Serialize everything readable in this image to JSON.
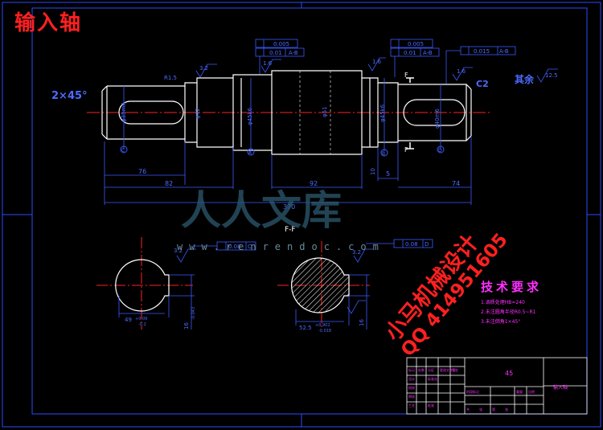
{
  "drawing": {
    "title": "输入轴",
    "material": "45",
    "part_name": "输入轴",
    "tech_title": "技术要求",
    "tech_lines": [
      "1.调质处理HB=240",
      "2.未注圆角半径R0.5~R1",
      "3.未注倒角1×45°"
    ],
    "watermark_text": "人人文库",
    "watermark_url": "www.renrendoc.com",
    "promo_line1": "小马机械设计",
    "promo_line2": "QQ 414951605",
    "colors": {
      "outline": "#ffffff",
      "dimension": "#3a5bff",
      "center": "#ff2020",
      "note": "#ff30ff",
      "frame": "#2a4cff",
      "dim_text": "#4d6bff"
    }
  },
  "labels": {
    "chamfer": "2×45°",
    "chamfer_c2": "C2",
    "qiyu": "其余",
    "qiyu_ra": "12.5",
    "ra_32a": "3.2",
    "ra_16a": "1.6",
    "ra_16b": "1.6",
    "ra_16c": "1.6",
    "ra_32b": "3.2",
    "ra_32c": "3.2",
    "r15": "R1.5",
    "tol_0005_a": "0.005",
    "tol_001_a": "0.01",
    "tol_ab_a": "A-B",
    "tol_0005_b": "0.005",
    "tol_001_b": "0.01",
    "tol_ab_b": "A-B",
    "tol_0015": "0.015",
    "tol_ab_c": "A-B",
    "tol_008_a": "0.08",
    "tol_c_a": "C",
    "tol_008_b": "0.08",
    "tol_d_b": "D",
    "f_left": "F",
    "f_right": "F",
    "f_f": "F-F",
    "datum_c": "C",
    "datum_a": "A",
    "datum_b": "B",
    "datum_d": "D",
    "dim_76": "76",
    "dim_82": "82",
    "dim_92": "92",
    "dim_74": "74",
    "dim_5": "5",
    "dim_370": "370",
    "dim_10": "10",
    "sec_left_w": "49",
    "sec_left_wtol": "+0.09",
    "sec_left_wtol2": "-0.2",
    "sec_left_k": "16",
    "sec_left_ktol": "-0.043",
    "sec_right_w": "52.5",
    "sec_right_wtol": "+0.902",
    "sec_right_wtol2": "-0.018",
    "sec_right_k": "16"
  }
}
